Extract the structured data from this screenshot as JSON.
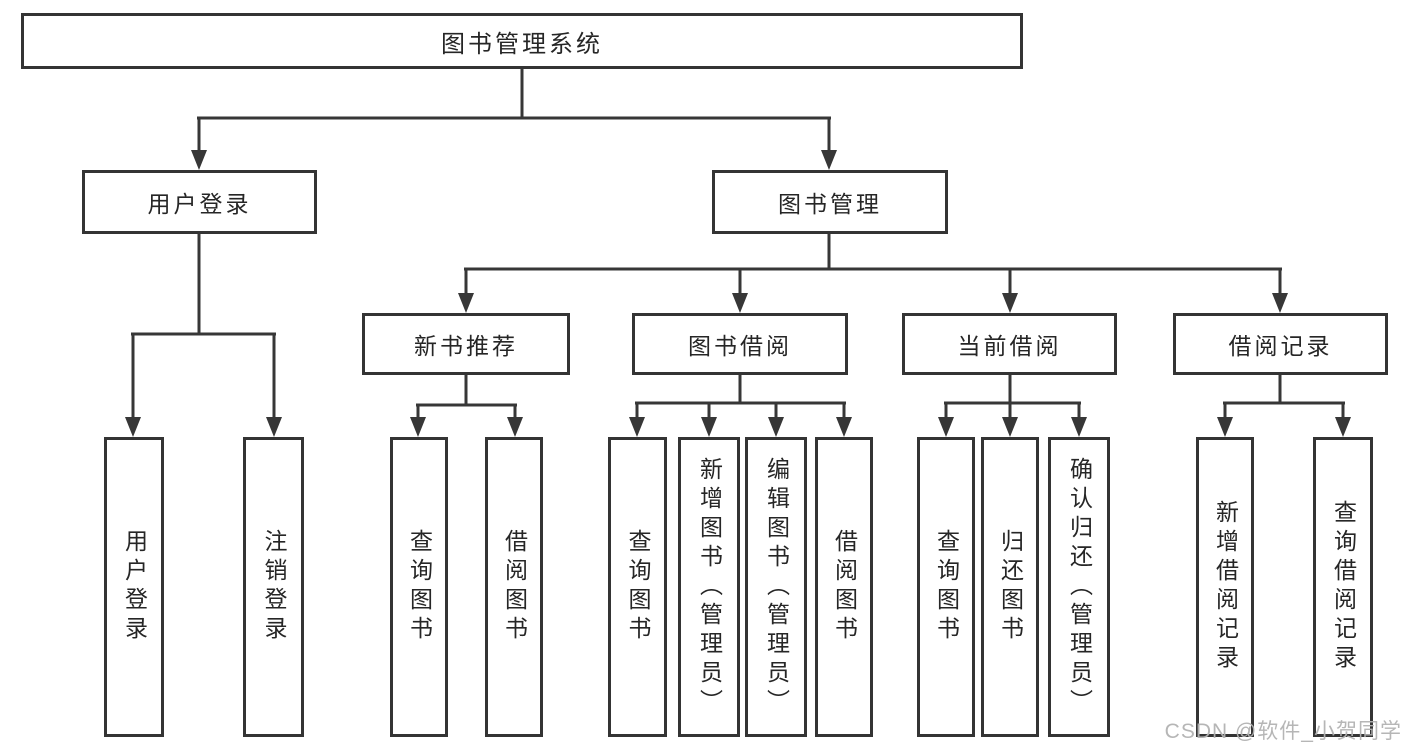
{
  "tree": {
    "label": "图书管理系统",
    "children": [
      {
        "label": "用户登录",
        "children": [
          {
            "label": "用户登录"
          },
          {
            "label": "注销登录"
          }
        ]
      },
      {
        "label": "图书管理",
        "children": [
          {
            "label": "新书推荐",
            "children": [
              {
                "label": "查询图书"
              },
              {
                "label": "借阅图书"
              }
            ]
          },
          {
            "label": "图书借阅",
            "children": [
              {
                "label": "查询图书"
              },
              {
                "label": "新增图书（管理员）"
              },
              {
                "label": "编辑图书（管理员）"
              },
              {
                "label": "借阅图书"
              }
            ]
          },
          {
            "label": "当前借阅",
            "children": [
              {
                "label": "查询图书"
              },
              {
                "label": "归还图书"
              },
              {
                "label": "确认归还（管理员）"
              }
            ]
          },
          {
            "label": "借阅记录",
            "children": [
              {
                "label": "新增借阅记录"
              },
              {
                "label": "查询借阅记录"
              }
            ]
          }
        ]
      }
    ]
  },
  "watermark": {
    "text": "CSDN @软件_小贺同学"
  },
  "colors": {
    "line": "#373737",
    "border": "#343434",
    "text": "#262626",
    "watermark": "#b2b2b2",
    "background": "#ffffff"
  }
}
